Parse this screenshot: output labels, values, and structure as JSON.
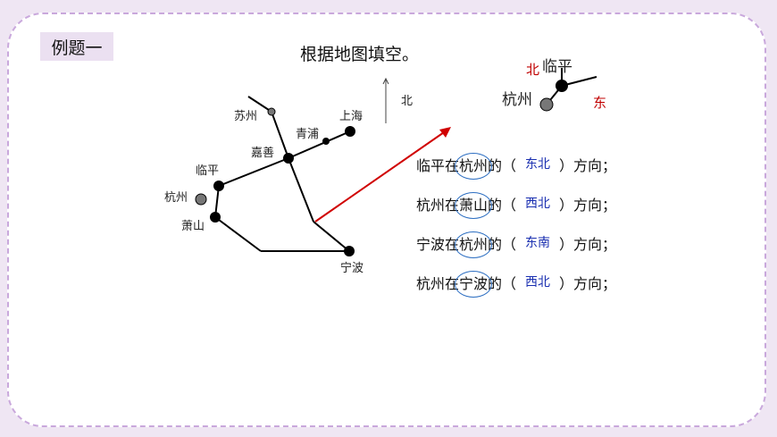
{
  "tag": "例题一",
  "title": "根据地图填空。",
  "compass": {
    "north": "北"
  },
  "map": {
    "suzhou": "苏州",
    "shanghai": "上海",
    "qingpu": "青浦",
    "jiashan": "嘉善",
    "linping": "临平",
    "hangzhou": "杭州",
    "xiaoshan": "萧山",
    "ningbo": "宁波"
  },
  "inset": {
    "north": "北",
    "linping": "临平",
    "hangzhou": "杭州",
    "east": "东"
  },
  "questions": [
    {
      "a": "临平在",
      "b": "杭州",
      "c": "的（",
      "answer": "东北",
      "d": "）方向；"
    },
    {
      "a": "杭州在",
      "b": "萧山",
      "c": "的（",
      "answer": "西北",
      "d": "）方向；"
    },
    {
      "a": "宁波在",
      "b": "杭州",
      "c": "的（",
      "answer": "东南",
      "d": "）方向；"
    },
    {
      "a": "杭州在",
      "b": "宁波",
      "c": "的（",
      "answer": "西北",
      "d": "）方向；"
    }
  ]
}
